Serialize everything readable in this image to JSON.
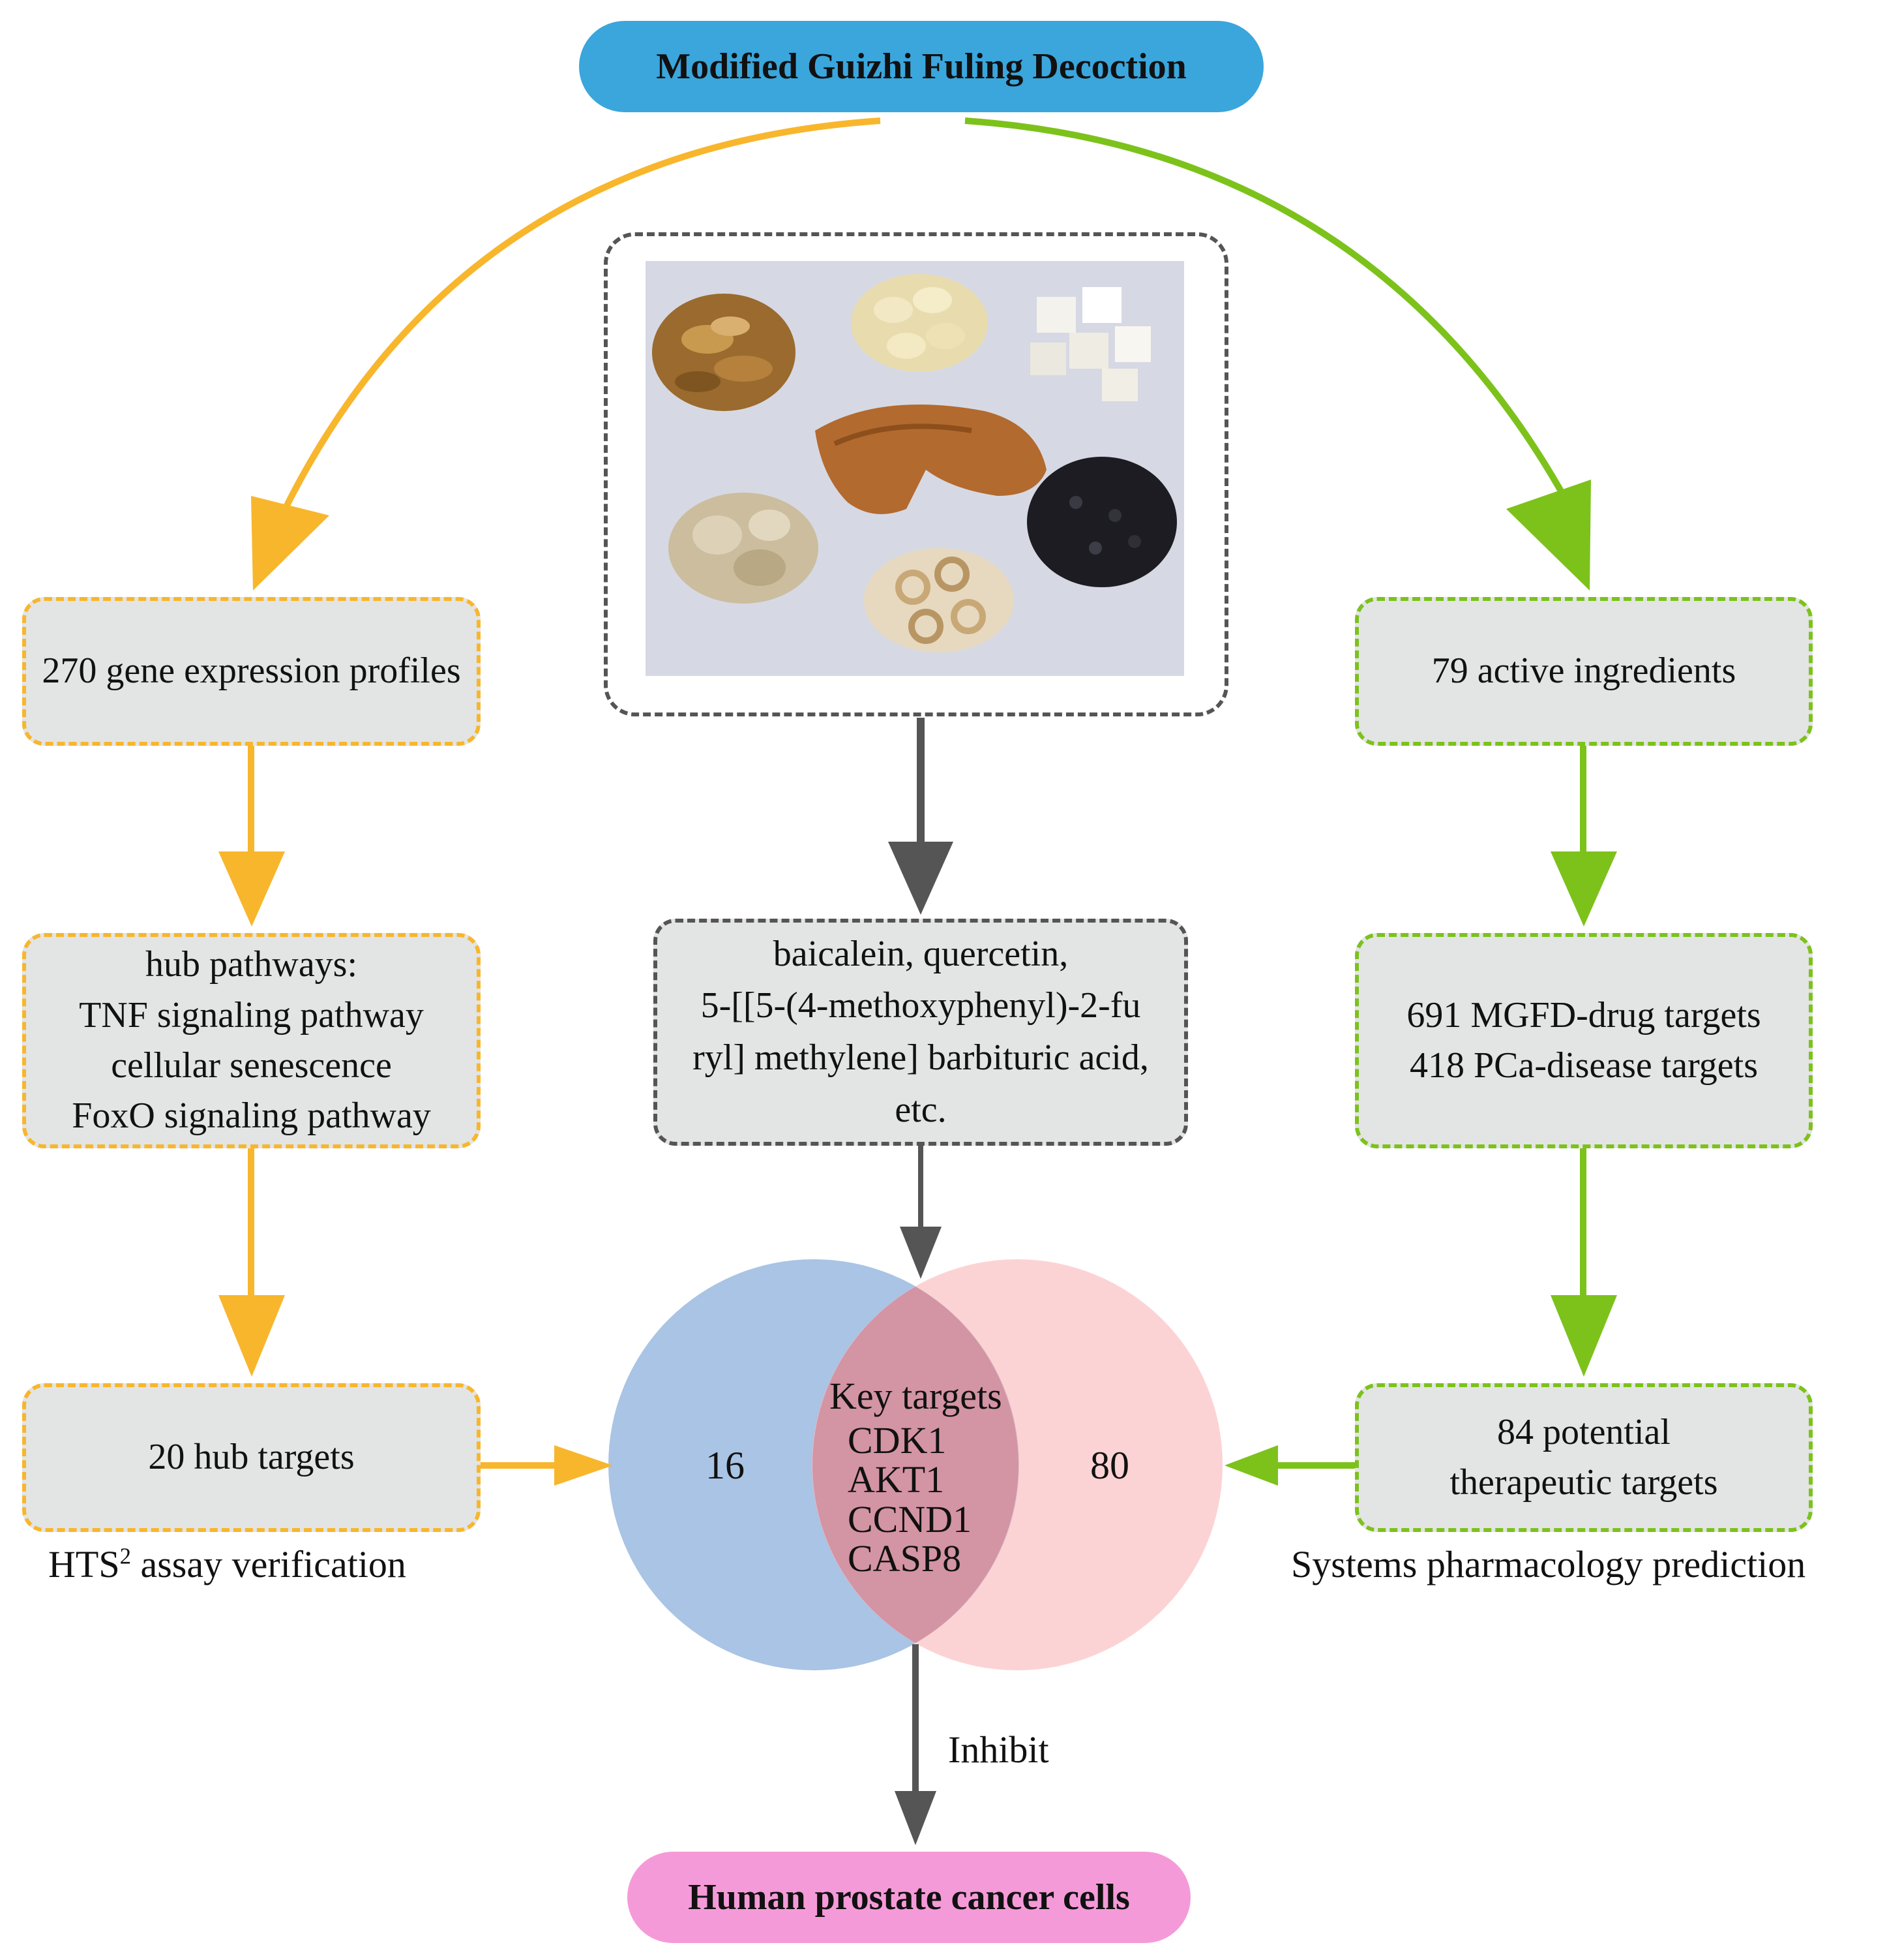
{
  "title": "Modified Guizhi Fuling Decoction",
  "endpoint": "Human prostate cancer cells",
  "left": {
    "box1": "270 gene expression profiles",
    "box2_lines": [
      "hub pathways:",
      "TNF signaling pathway",
      "cellular senescence",
      "FoxO signaling pathway"
    ],
    "box3": "20 hub targets",
    "caption_prefix": "HTS",
    "caption_sup": "2",
    "caption_suffix": "assay verification"
  },
  "middle": {
    "ingredients_lines": [
      "baicalein, quercetin,",
      "5-[[5-(4-methoxyphenyl)-2-fu",
      "ryl] methylene] barbituric acid,",
      "etc."
    ],
    "inhibit_label": "Inhibit"
  },
  "right": {
    "box1": "79 active ingredients",
    "box2_lines": [
      "691 MGFD-drug targets",
      "418 PCa-disease targets"
    ],
    "box3_lines": [
      "84 potential",
      "therapeutic targets"
    ],
    "caption": "Systems pharmacology prediction"
  },
  "venn": {
    "left_count": "16",
    "right_count": "80",
    "key_title": "Key targets",
    "key_targets": [
      "CDK1",
      "AKT1",
      "CCND1",
      "CASP8"
    ]
  },
  "colors": {
    "title_pill": "#3aa6dc",
    "endpoint_pill": "#f59ad8",
    "left_branch": "#f8b62c",
    "right_branch": "#7cc21b",
    "middle_branch": "#555555",
    "venn_left": "#a9c4e4",
    "venn_right": "#fab6b8",
    "box_fill": "#e3e4e4"
  },
  "photo_description_icon": "herbal-ingredients-photo"
}
